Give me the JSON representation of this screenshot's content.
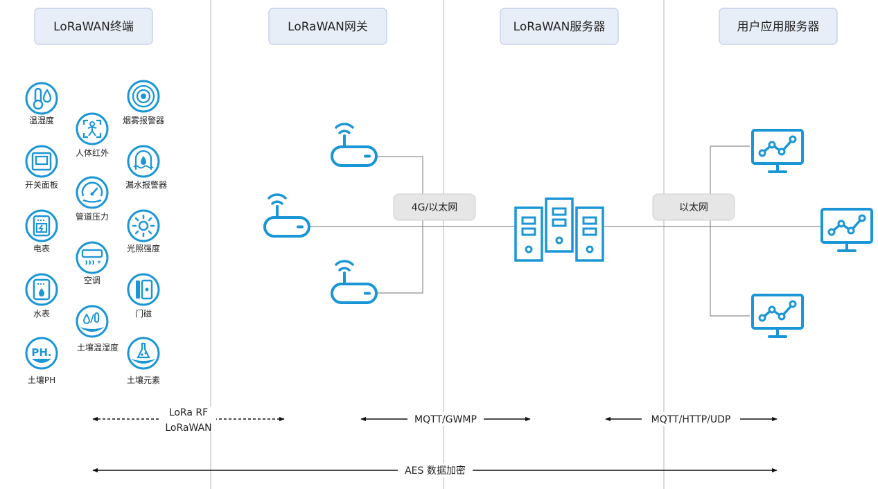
{
  "columns": [
    "LoRaWAN终端",
    "LoRaWAN网关",
    "LoRaWAN服务器",
    "用户应用服务器"
  ],
  "devices": {
    "left": [
      "温湿度",
      "开关面板",
      "电表",
      "水表",
      "土壤PH"
    ],
    "middle": [
      "人体红外",
      "管道压力",
      "空调",
      "土壤温湿度"
    ],
    "right": [
      "烟雾报警器",
      "漏水报警器",
      "光照强度",
      "门磁",
      "土壤元素"
    ]
  },
  "links": {
    "gateway_server": "4G/以太网",
    "server_app": "以太网"
  },
  "protocols": {
    "lora_rf": "LoRa RF",
    "lorawan": "LoRaWAN",
    "mqtt_gwmp": "MQTT/GWMP",
    "mqtt_http_udp": "MQTT/HTTP/UDP",
    "aes": "AES 数据加密"
  },
  "colors": {
    "accent": "#1a96d6",
    "header_bg": "#e8eef8",
    "header_border": "#bccbe6",
    "divider": "#d9d9d9",
    "pill_bg": "#e6e6e6",
    "line": "#8c8c8c"
  }
}
